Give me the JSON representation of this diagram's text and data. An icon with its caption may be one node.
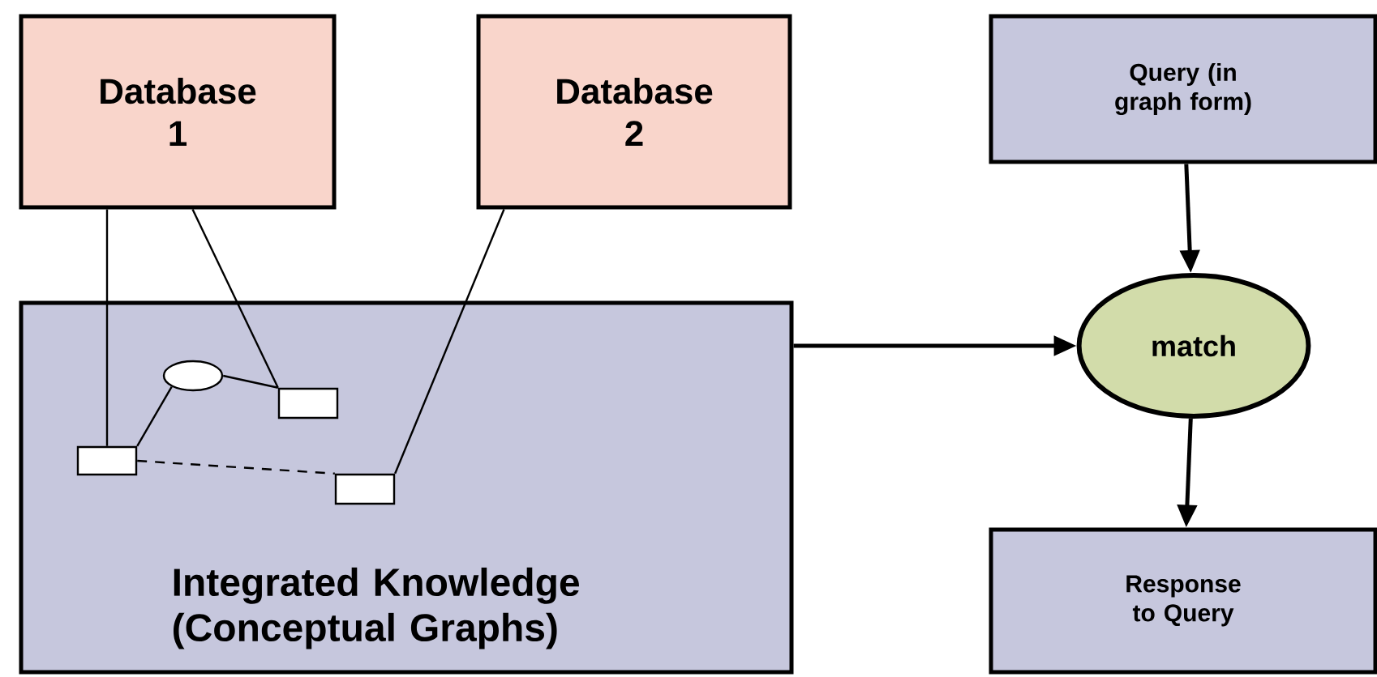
{
  "diagram": {
    "nodes": [
      {
        "text": [
          "Database 1"
        ]
      },
      {
        "text": [
          "Database 2"
        ]
      },
      {
        "text": [
          "Query (in graph form)"
        ]
      },
      {
        "text": [
          "Integrated Knowledge (Conceptual Graphs)"
        ]
      },
      {
        "text": [],
        "shape": "box",
        "in": 3
      },
      {
        "text": [],
        "shape": "ellipse",
        "in": 3
      },
      {
        "text": [],
        "shape": "box",
        "in": 3
      },
      {
        "text": [],
        "shape": "box",
        "in": 3
      },
      {
        "text": [
          "match"
        ]
      },
      {
        "text": [
          "Response to Query"
        ]
      }
    ],
    "edges": [
      {
        "from": 0,
        "to": 4,
        "arrow": "none"
      },
      {
        "from": 0,
        "to": 6,
        "arrow": "none"
      },
      {
        "from": 1,
        "to": 7,
        "arrow": "none"
      },
      {
        "from": 4,
        "to": 5,
        "arrow": "none"
      },
      {
        "from": 5,
        "to": 6,
        "arrow": "none"
      },
      {
        "from": 4,
        "to": 7,
        "arrow": "none",
        "style": "dashed"
      },
      {
        "from": 3,
        "to": 8,
        "arrow": "to"
      },
      {
        "from": 2,
        "to": 8,
        "arrow": "to"
      },
      {
        "from": 8,
        "to": 9,
        "arrow": "to"
      }
    ]
  }
}
